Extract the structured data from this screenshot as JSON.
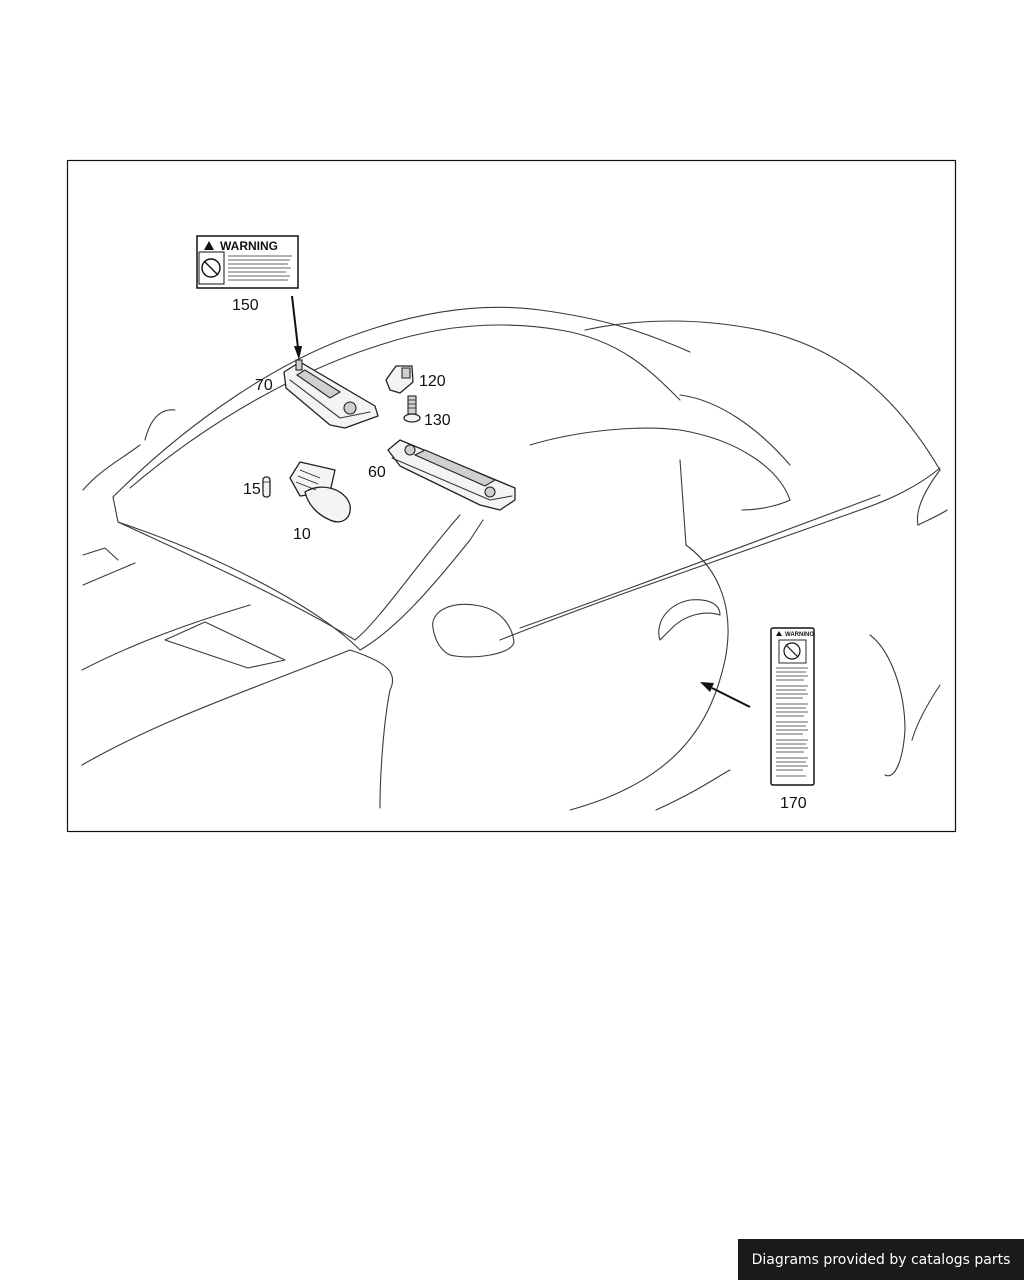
{
  "diagram": {
    "callouts": {
      "c150": "150",
      "c70": "70",
      "c120": "120",
      "c130": "130",
      "c15": "15",
      "c60": "60",
      "c10": "10",
      "c170": "170"
    },
    "warning_label_150": {
      "heading": "WARNING"
    },
    "warning_label_170": {
      "heading": "WARNING"
    }
  },
  "footer": {
    "credit": "Diagrams provided by catalogs parts"
  },
  "colors": {
    "frame": "#111111",
    "ink": "#3a3a3a",
    "credit_bg": "#1a1a1a"
  }
}
